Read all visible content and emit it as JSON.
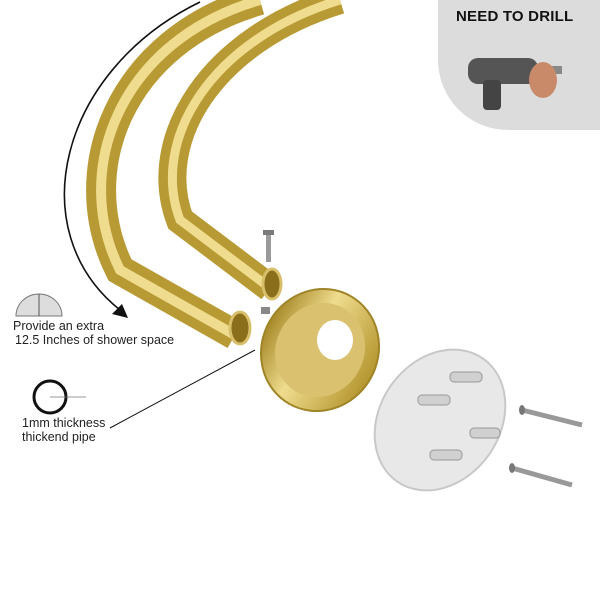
{
  "inset": {
    "title": "NEED TO DRILL"
  },
  "callouts": {
    "space": {
      "line1": "Provide an extra",
      "line2": "12.5 Inches of shower space"
    },
    "thickness": {
      "line1": "1mm thickness",
      "line2": "thickend pipe"
    }
  },
  "colors": {
    "brass": "#c9a93c",
    "brass_light": "#ecd98a",
    "plate": "#e6e6e6"
  }
}
